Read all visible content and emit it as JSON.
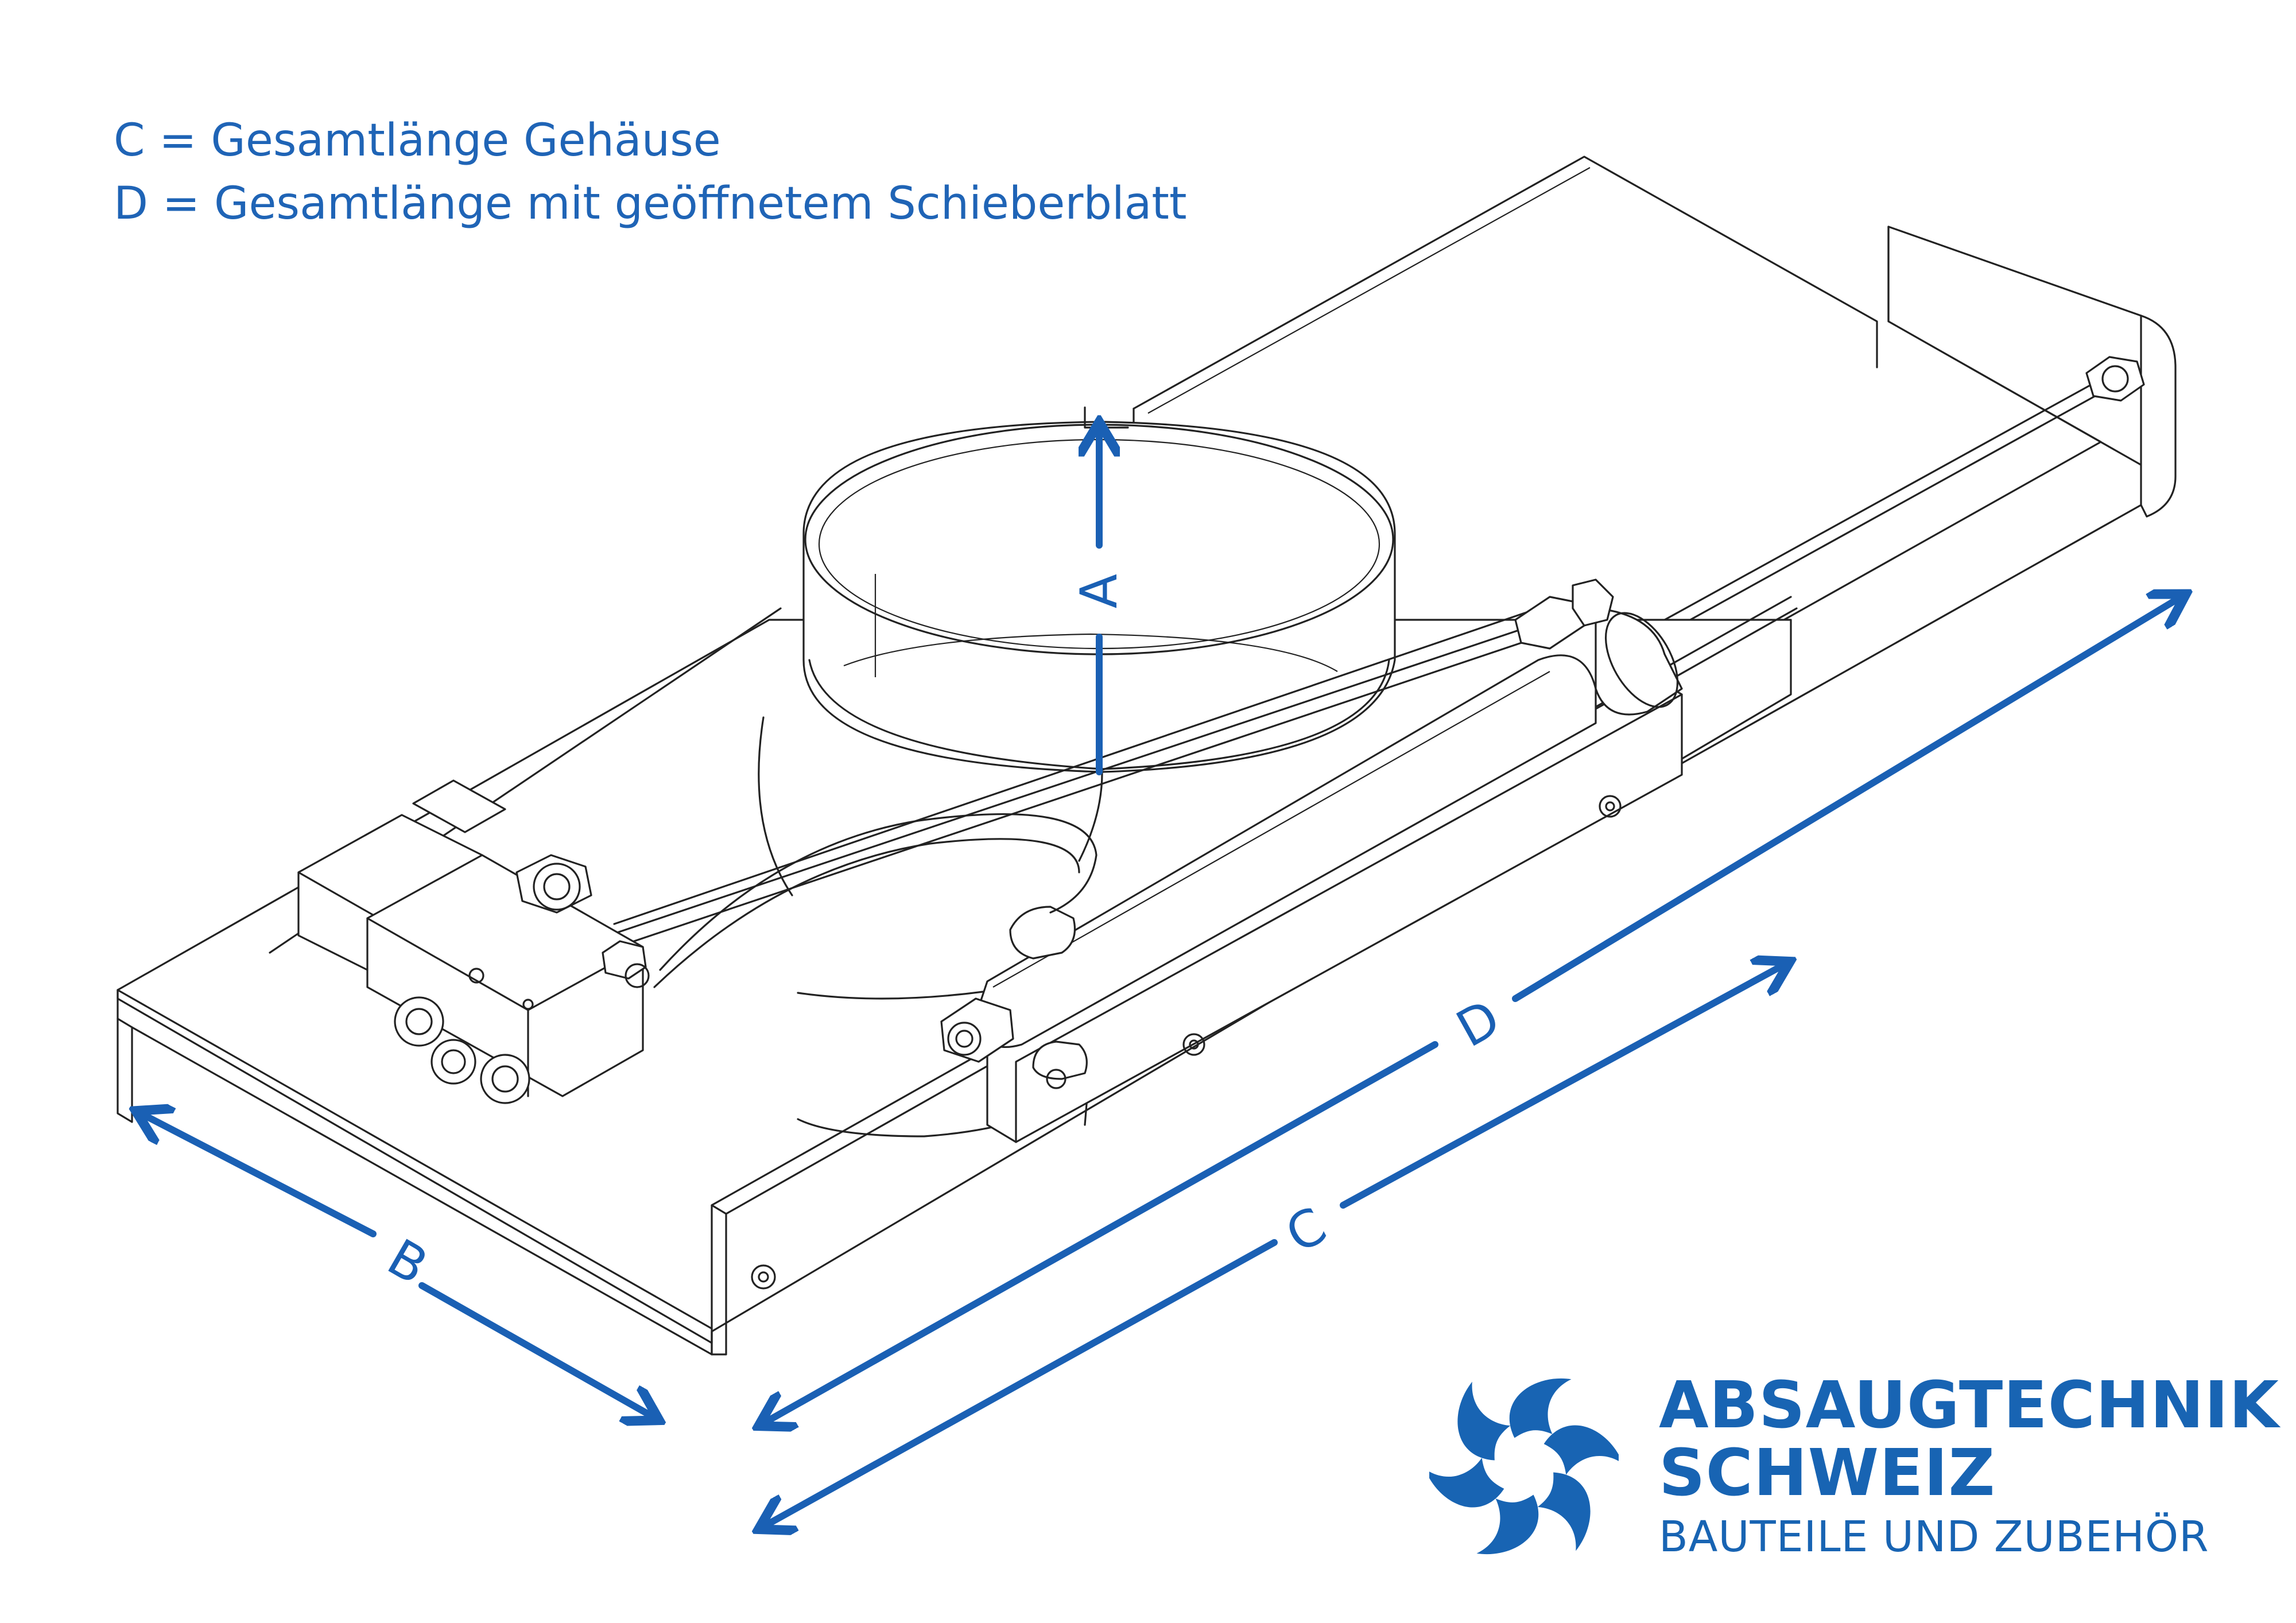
{
  "legend": {
    "line_c": "C = Gesamtlänge Gehäuse",
    "line_d": "D = Gesamtlänge mit geöffnetem Schieberblatt"
  },
  "dimensions": {
    "a": "A",
    "b": "B",
    "c": "C",
    "d": "D"
  },
  "brand": {
    "line1": "ABSAUGTECHNIK",
    "line2": "SCHWEIZ",
    "line3": "BAUTEILE UND ZUBEHÖR",
    "logo_icon": "fan-swirl-logo-icon"
  },
  "colors": {
    "accent": "#1a60b4",
    "linework": "#222222"
  }
}
